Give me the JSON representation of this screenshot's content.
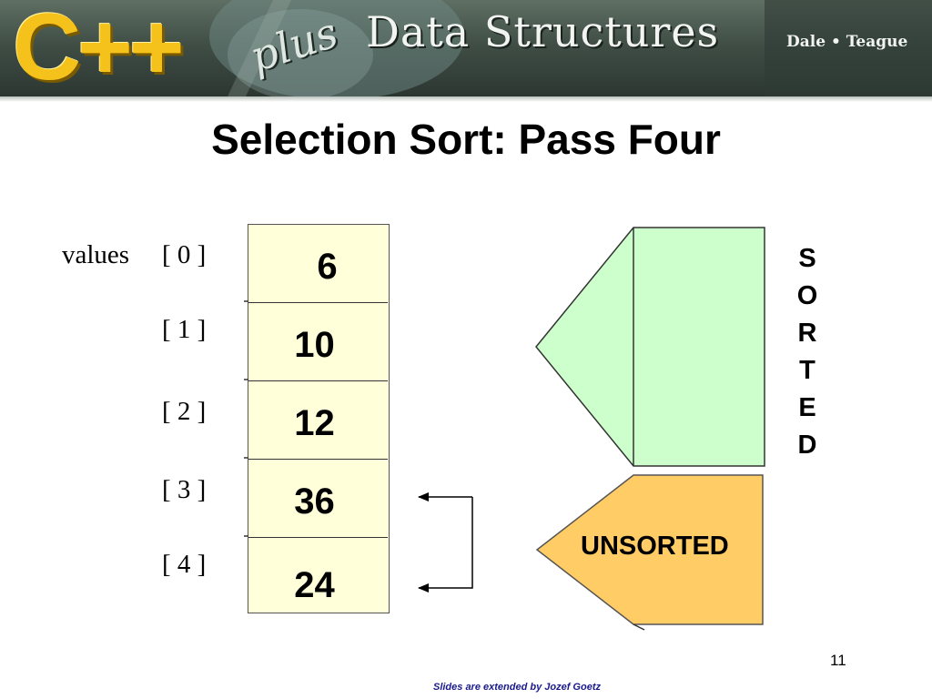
{
  "header": {
    "logo_text": "C++",
    "logo_subtext": "plus",
    "title": "Data Structures",
    "authors": "Dale • Teague"
  },
  "slide": {
    "title": "Selection Sort: Pass Four",
    "array_name": "values",
    "indices": [
      "[ 0 ]",
      "[ 1 ]",
      "[ 2 ]",
      "[ 3 ]",
      "[ 4 ]"
    ],
    "values": [
      "6",
      "10",
      "12",
      "36",
      "24"
    ],
    "sorted_letters": [
      "S",
      "O",
      "R",
      "T",
      "E",
      "D"
    ],
    "unsorted_label": "UNSORTED"
  },
  "colors": {
    "array_fill": "#ffffd9",
    "sorted_fill": "#ccffcc",
    "unsorted_fill": "#ffcc66"
  },
  "page_number": "11",
  "footer": "Slides are extended by Jozef Goetz"
}
